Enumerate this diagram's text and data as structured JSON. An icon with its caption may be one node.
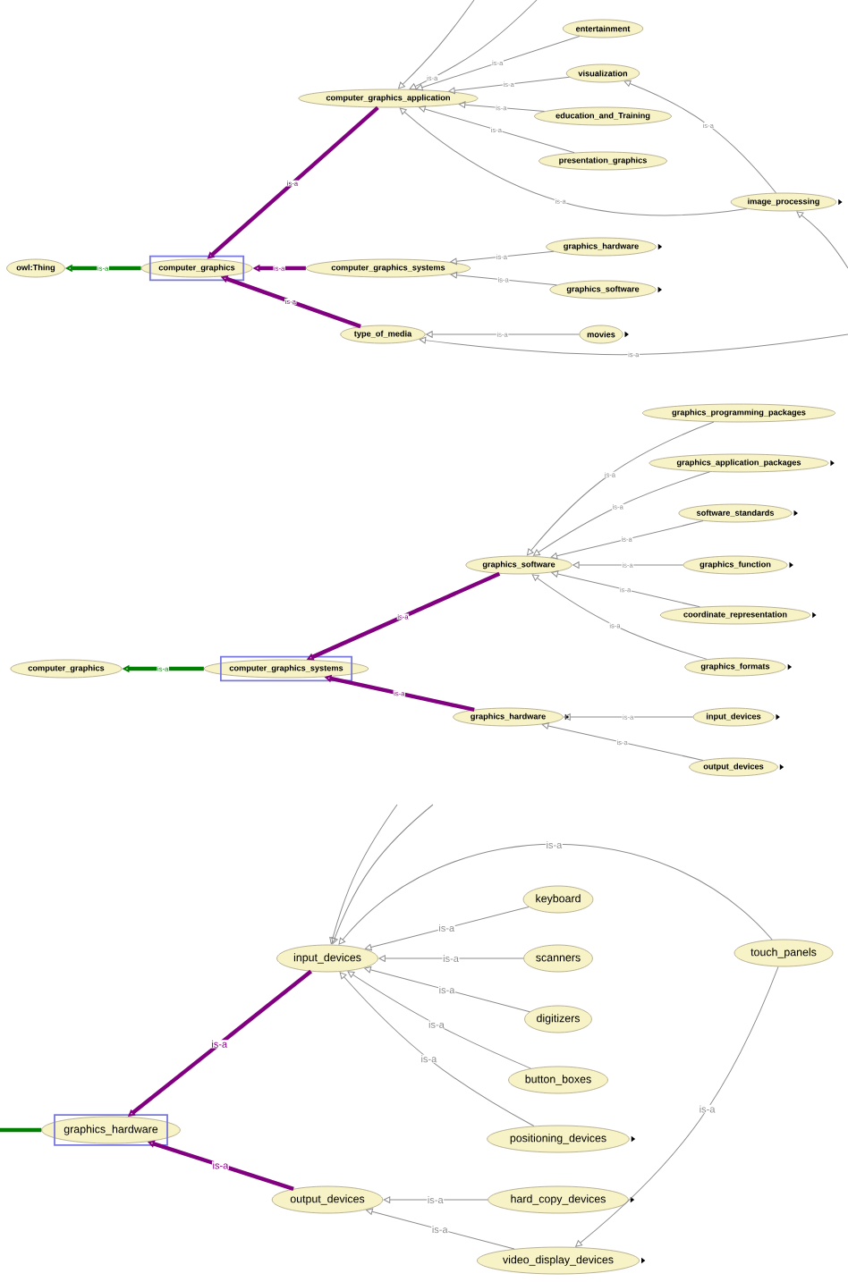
{
  "diagram": {
    "nodes": [
      {
        "text": [
          "owl:Thing"
        ]
      },
      {
        "text": [
          "computer_graphics"
        ]
      },
      {
        "text": [
          "computer_graphics_application"
        ]
      },
      {
        "text": [
          "entertainment"
        ]
      },
      {
        "text": [
          "visualization"
        ]
      },
      {
        "text": [
          "education_and_Training"
        ]
      },
      {
        "text": [
          "presentation_graphics"
        ]
      },
      {
        "text": [
          "image_processing"
        ]
      },
      {
        "text": [
          "computer_graphics_systems"
        ]
      },
      {
        "text": [
          "graphics_hardware"
        ]
      },
      {
        "text": [
          "graphics_software"
        ]
      },
      {
        "text": [
          "type_of_media"
        ]
      },
      {
        "text": [
          "movies"
        ]
      },
      {
        "text": [
          "computer_graphics"
        ]
      },
      {
        "text": [
          "computer_graphics_systems"
        ]
      },
      {
        "text": [
          "graphics_software"
        ]
      },
      {
        "text": [
          "graphics_programming_packages"
        ]
      },
      {
        "text": [
          "graphics_application_packages"
        ]
      },
      {
        "text": [
          "software_standards"
        ]
      },
      {
        "text": [
          "graphics_function"
        ]
      },
      {
        "text": [
          "coordinate_representation"
        ]
      },
      {
        "text": [
          "graphics_formats"
        ]
      },
      {
        "text": [
          "graphics_hardware"
        ]
      },
      {
        "text": [
          "input_devices"
        ]
      },
      {
        "text": [
          "output_devices"
        ]
      },
      {
        "text": [
          "graphics_hardware"
        ]
      },
      {
        "text": [
          "input_devices"
        ]
      },
      {
        "text": [
          "keyboard"
        ]
      },
      {
        "text": [
          "scanners"
        ]
      },
      {
        "text": [
          "digitizers"
        ]
      },
      {
        "text": [
          "button_boxes"
        ]
      },
      {
        "text": [
          "positioning_devices"
        ]
      },
      {
        "text": [
          "touch_panels"
        ]
      },
      {
        "text": [
          "output_devices"
        ]
      },
      {
        "text": [
          "hard_copy_devices"
        ]
      },
      {
        "text": [
          "video_display_devices"
        ]
      }
    ],
    "edges": [
      {
        "from": 1,
        "to": 0,
        "arrow": "to",
        "label": "is-a",
        "style": "thick",
        "color": "#008000"
      },
      {
        "from": 2,
        "to": 1,
        "arrow": "to",
        "label": "is-a",
        "style": "thick",
        "color": "#800080"
      },
      {
        "from": 8,
        "to": 1,
        "arrow": "to",
        "label": "is-a",
        "style": "thick",
        "color": "#800080"
      },
      {
        "from": 11,
        "to": 1,
        "arrow": "to",
        "label": "is-a",
        "style": "thick",
        "color": "#800080"
      },
      {
        "from": null,
        "to": 2,
        "arrow": "to"
      },
      {
        "from": null,
        "to": 2,
        "arrow": "to",
        "label": "is-a"
      },
      {
        "from": 3,
        "to": 2,
        "arrow": "to",
        "label": "is-a"
      },
      {
        "from": 4,
        "to": 2,
        "arrow": "to",
        "label": "is-a"
      },
      {
        "from": 5,
        "to": 2,
        "arrow": "to",
        "label": "is-a"
      },
      {
        "from": 6,
        "to": 2,
        "arrow": "to",
        "label": "is-a"
      },
      {
        "from": 7,
        "to": 2,
        "arrow": "to",
        "label": "is-a"
      },
      {
        "from": 7,
        "to": 4,
        "arrow": "to",
        "label": "is-a"
      },
      {
        "from": null,
        "to": 7,
        "arrow": "to"
      },
      {
        "from": 9,
        "to": 8,
        "arrow": "to",
        "label": "is-a"
      },
      {
        "from": 10,
        "to": 8,
        "arrow": "to",
        "label": "is-a"
      },
      {
        "from": 12,
        "to": 11,
        "arrow": "to",
        "label": "is-a"
      },
      {
        "from": null,
        "to": 11,
        "arrow": "to",
        "label": "is-a"
      },
      {
        "from": 14,
        "to": 13,
        "arrow": "to",
        "label": "is-a",
        "style": "thick",
        "color": "#008000"
      },
      {
        "from": 15,
        "to": 14,
        "arrow": "to",
        "label": "is-a",
        "style": "thick",
        "color": "#800080"
      },
      {
        "from": 22,
        "to": 14,
        "arrow": "to",
        "label": "is-a",
        "style": "thick",
        "color": "#800080"
      },
      {
        "from": 16,
        "to": 15,
        "arrow": "to",
        "label": "is-a"
      },
      {
        "from": 17,
        "to": 15,
        "arrow": "to",
        "label": "is-a"
      },
      {
        "from": 18,
        "to": 15,
        "arrow": "to",
        "label": "is-a"
      },
      {
        "from": 19,
        "to": 15,
        "arrow": "to",
        "label": "is-a"
      },
      {
        "from": 20,
        "to": 15,
        "arrow": "to",
        "label": "is-a"
      },
      {
        "from": 21,
        "to": 15,
        "arrow": "to",
        "label": "is-a"
      },
      {
        "from": 23,
        "to": 22,
        "arrow": "to",
        "label": "is-a"
      },
      {
        "from": 24,
        "to": 22,
        "arrow": "to",
        "label": "is-a"
      },
      {
        "from": null,
        "to": 25,
        "arrow": "none",
        "style": "thick",
        "color": "#008000"
      },
      {
        "from": 26,
        "to": 25,
        "arrow": "to",
        "label": "is-a",
        "style": "thick",
        "color": "#800080"
      },
      {
        "from": 33,
        "to": 25,
        "arrow": "to",
        "label": "is-a",
        "style": "thick",
        "color": "#800080"
      },
      {
        "from": 27,
        "to": 26,
        "arrow": "to",
        "label": "is-a"
      },
      {
        "from": 28,
        "to": 26,
        "arrow": "to",
        "label": "is-a"
      },
      {
        "from": 29,
        "to": 26,
        "arrow": "to",
        "label": "is-a"
      },
      {
        "from": 30,
        "to": 26,
        "arrow": "to",
        "label": "is-a"
      },
      {
        "from": 31,
        "to": 26,
        "arrow": "to",
        "label": "is-a"
      },
      {
        "from": 32,
        "to": 26,
        "arrow": "to",
        "label": "is-a"
      },
      {
        "from": 34,
        "to": 33,
        "arrow": "to",
        "label": "is-a"
      },
      {
        "from": 35,
        "to": 33,
        "arrow": "to",
        "label": "is-a"
      },
      {
        "from": 32,
        "to": 35,
        "arrow": "to",
        "label": "is-a"
      },
      {
        "from": null,
        "to": 26,
        "arrow": "to"
      },
      {
        "from": null,
        "to": 26,
        "arrow": "to"
      }
    ]
  }
}
